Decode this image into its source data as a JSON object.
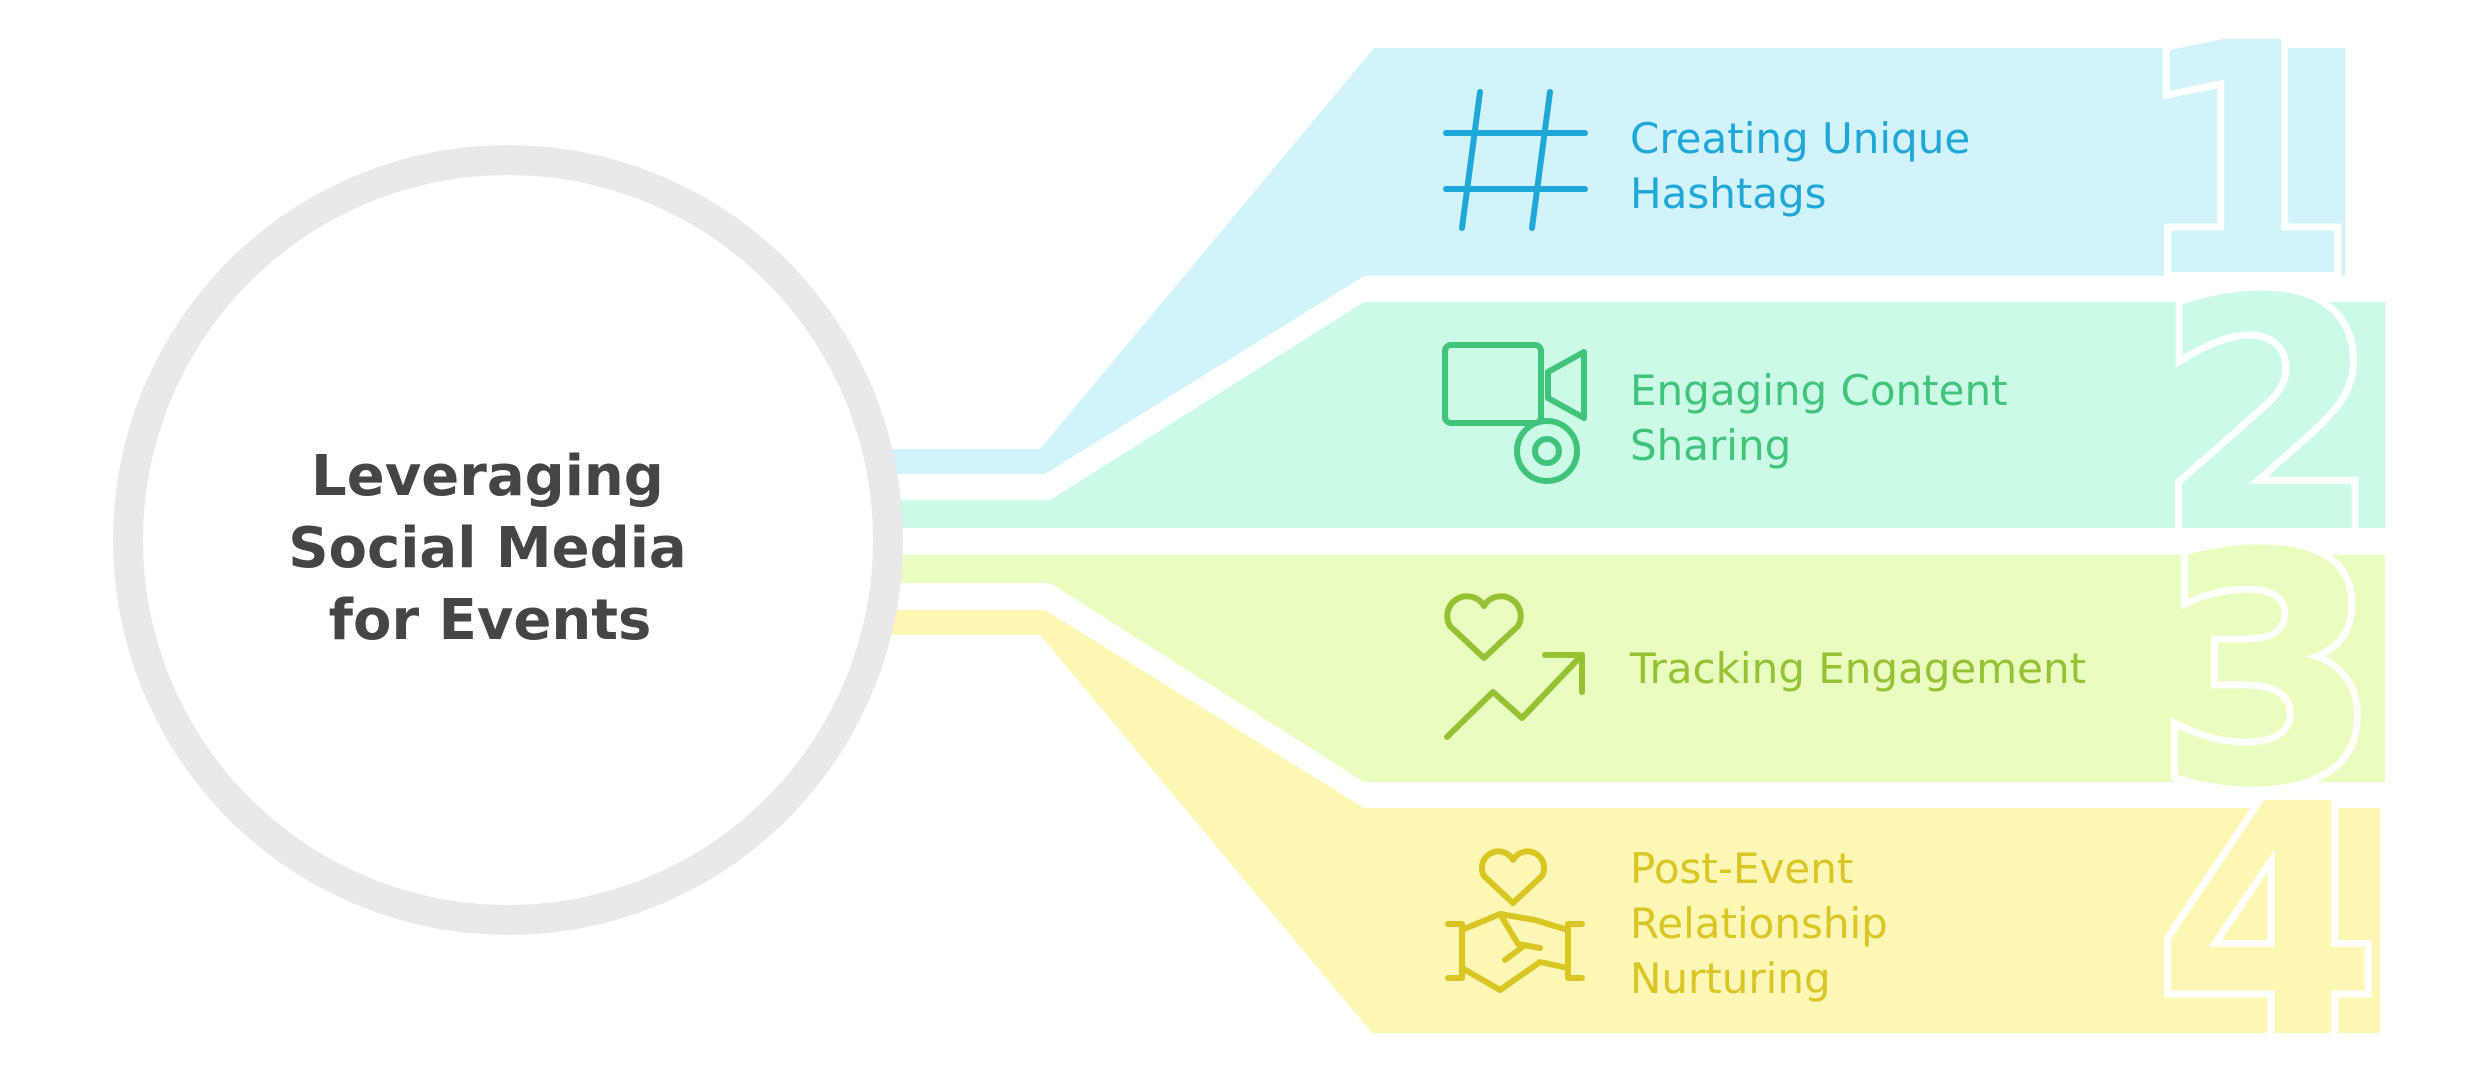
{
  "center": {
    "title_lines": [
      "Leveraging",
      "Social Media",
      "for Events"
    ],
    "ring_color": "#e9e9e9",
    "title_color": "#454545"
  },
  "steps": [
    {
      "number": "1",
      "label_lines": [
        "Creating Unique",
        "Hashtags"
      ],
      "icon": "hashtag-icon",
      "fill": "#d3f3fc",
      "accent": "#1fa7d8"
    },
    {
      "number": "2",
      "label_lines": [
        "Engaging Content",
        "Sharing"
      ],
      "icon": "video-camera-icon",
      "fill": "#cbfbe6",
      "accent": "#3fc47a"
    },
    {
      "number": "3",
      "label_lines": [
        "Tracking Engagement"
      ],
      "icon": "heart-trend-icon",
      "fill": "#e8fdbe",
      "accent": "#95c133"
    },
    {
      "number": "4",
      "label_lines": [
        "Post-Event",
        "Relationship",
        "Nurturing"
      ],
      "icon": "handshake-heart-icon",
      "fill": "#fdf6b5",
      "accent": "#d9c624"
    }
  ]
}
